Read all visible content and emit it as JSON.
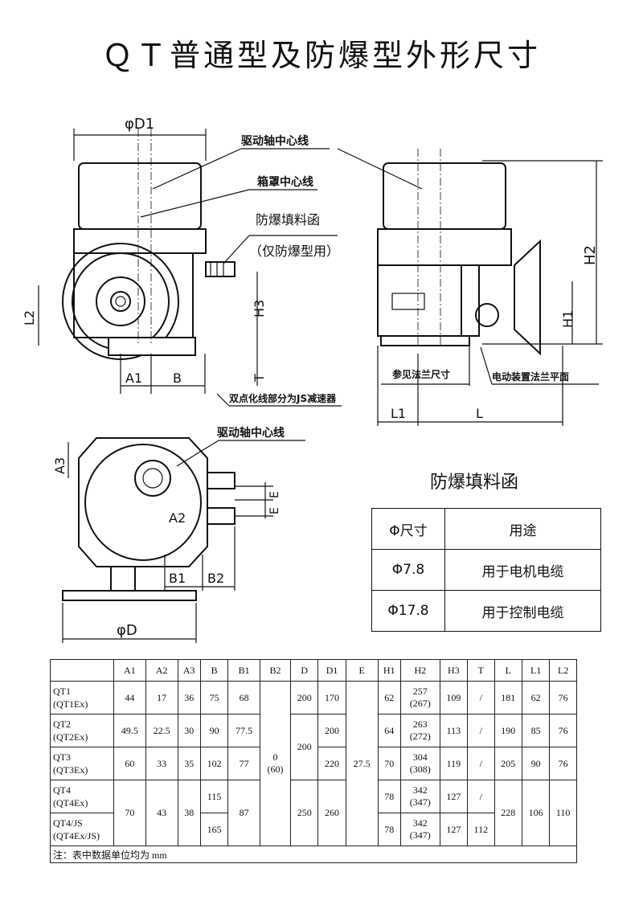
{
  "title": "ＱＴ普通型及防爆型外形尺寸",
  "drawing_labels": {
    "phi_d1": "φD1",
    "drive_axis_centerline": "驱动轴中心线",
    "housing_centerline": "箱罩中心线",
    "explosion_gland": "防爆填料函",
    "explosion_only": "（仅防爆型用）",
    "h3": "H3",
    "t": "T",
    "l2": "L2",
    "a1": "A1",
    "b": "B",
    "js_reducer_note": "双点化线部分为JS减速器",
    "h2": "H2",
    "h1": "H1",
    "see_flange": "参见法兰尺寸",
    "electric_flange_plane": "电动装置法兰平面",
    "l1": "L1",
    "l": "L",
    "drive_axis_centerline_2": "驱动轴中心线",
    "a3": "A3",
    "a2": "A2",
    "e1": "E",
    "e2": "E",
    "b1": "B1",
    "b2": "B2",
    "phi_d": "φD"
  },
  "gland_table": {
    "title": "防爆填料函",
    "headers": [
      "Φ尺寸",
      "用途"
    ],
    "rows": [
      [
        "Φ7.8",
        "用于电机电缆"
      ],
      [
        "Φ17.8",
        "用于控制电缆"
      ]
    ]
  },
  "spec_table": {
    "headers": [
      "",
      "A1",
      "A2",
      "A3",
      "B",
      "B1",
      "B2",
      "D",
      "D1",
      "E",
      "H1",
      "H2",
      "H3",
      "T",
      "L",
      "L1",
      "L2"
    ],
    "models": [
      [
        "QT1",
        "(QT1Ex)"
      ],
      [
        "QT2",
        "(QT2Ex)"
      ],
      [
        "QT3",
        "(QT3Ex)"
      ],
      [
        "QT4",
        "(QT4Ex)"
      ],
      [
        "QT4/JS",
        "(QT4Ex/JS)"
      ]
    ],
    "r1": {
      "A1": "44",
      "A2": "17",
      "A3": "36",
      "B": "75",
      "B1": "68",
      "D": "200",
      "D1": "170",
      "H1": "62",
      "H2": "257",
      "H2b": "(267)",
      "H3": "109",
      "T": "/",
      "L": "181",
      "L1": "62",
      "L2": "76"
    },
    "r2": {
      "A1": "49.5",
      "A2": "22.5",
      "A3": "30",
      "B": "90",
      "B1": "77.5",
      "D1": "200",
      "H1": "64",
      "H2": "263",
      "H2b": "(272)",
      "H3": "113",
      "T": "/",
      "L": "190",
      "L1": "85",
      "L2": "76"
    },
    "r3": {
      "A1": "60",
      "A2": "33",
      "A3": "35",
      "B": "102",
      "B1": "77",
      "D1": "220",
      "H1": "70",
      "H2": "304",
      "H2b": "(308)",
      "H3": "119",
      "T": "/",
      "L": "205",
      "L1": "90",
      "L2": "76"
    },
    "r4": {
      "B": "115",
      "H1": "78",
      "H2": "342",
      "H2b": "(347)",
      "H3": "127",
      "T": "/"
    },
    "r5": {
      "B": "165",
      "H1": "78",
      "H2": "342",
      "H2b": "(347)",
      "H3": "127",
      "T": "112"
    },
    "merged": {
      "B2": "0",
      "B2b": "(60)",
      "D23": "200",
      "E": "27.5",
      "A1_45": "70",
      "A2_45": "43",
      "A3_45": "38",
      "B1_45": "87",
      "D_45": "250",
      "D1_45": "260",
      "L_45": "228",
      "L1_45": "106",
      "L2_45": "110"
    },
    "note": "注：表中数据单位均为 mm"
  }
}
